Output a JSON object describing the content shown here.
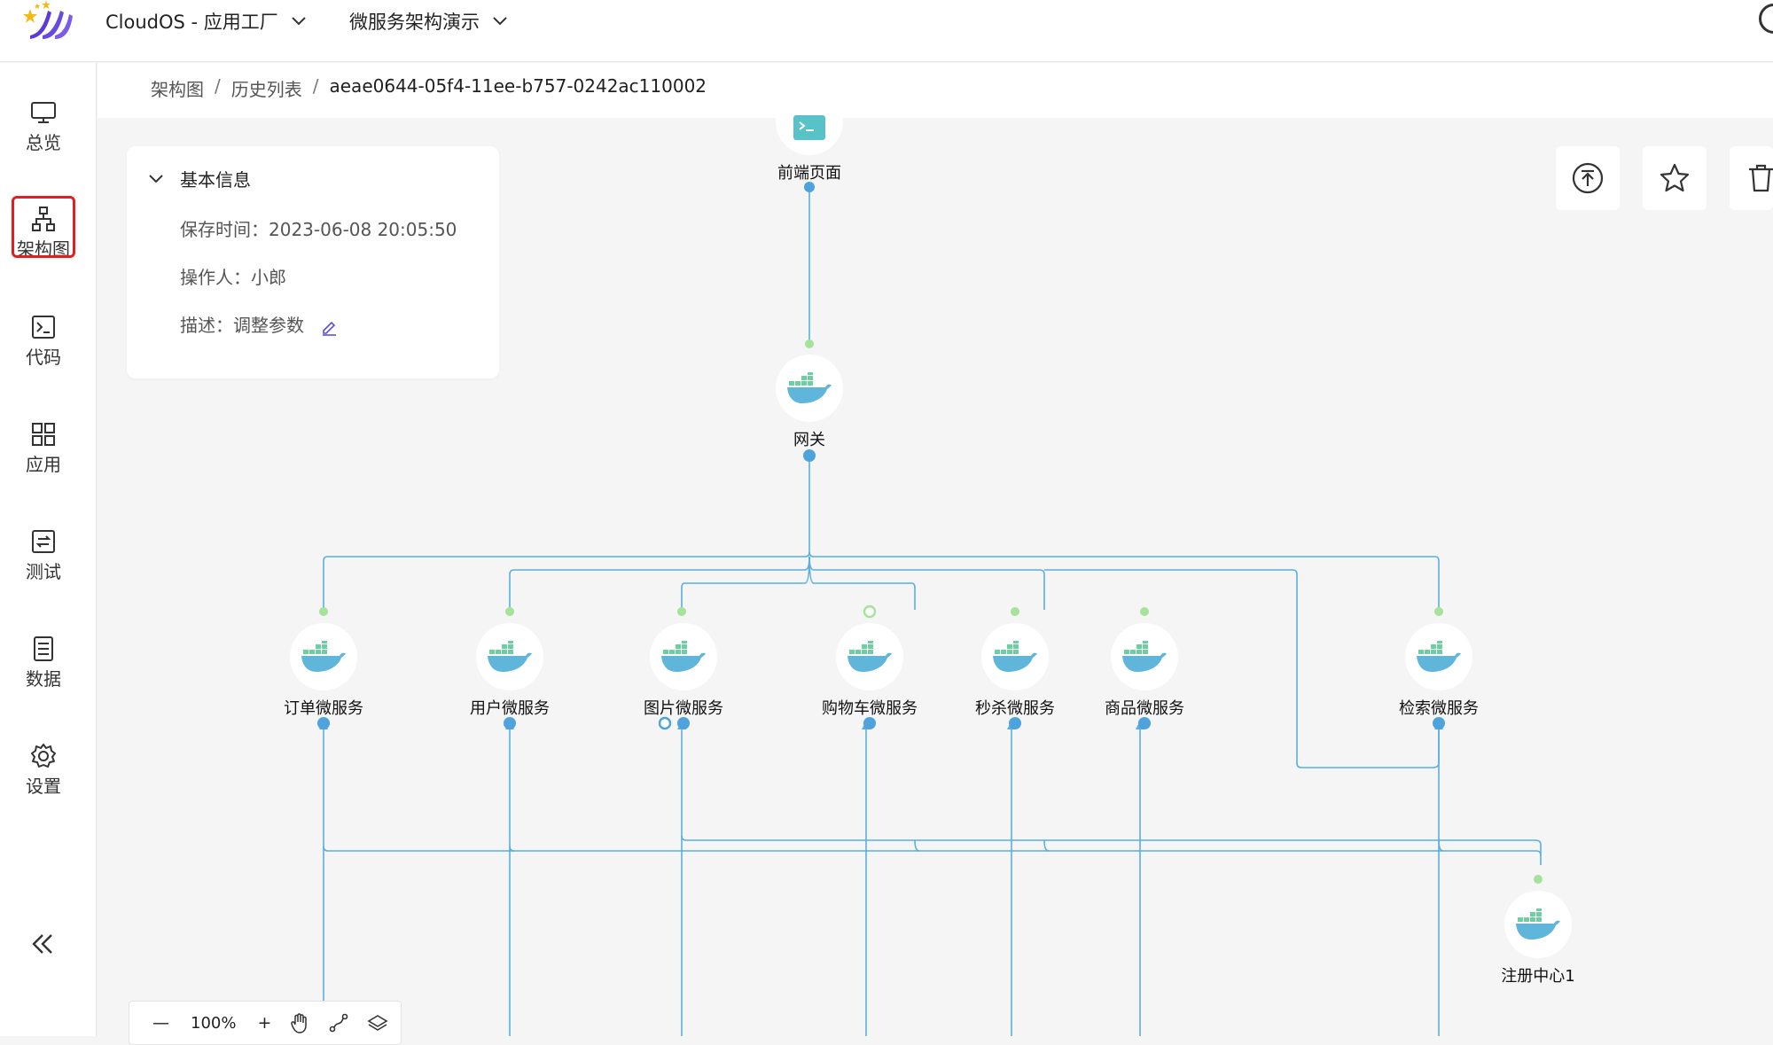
{
  "header": {
    "workspace": "CloudOS - 应用工厂",
    "project": "微服务架构演示"
  },
  "sidebar": {
    "items": [
      {
        "label": "总览",
        "icon": "monitor-icon"
      },
      {
        "label": "架构图",
        "icon": "org-chart-icon",
        "active": true
      },
      {
        "label": "代码",
        "icon": "terminal-icon"
      },
      {
        "label": "应用",
        "icon": "grid-icon"
      },
      {
        "label": "测试",
        "icon": "test-icon"
      },
      {
        "label": "数据",
        "icon": "data-icon"
      },
      {
        "label": "设置",
        "icon": "gear-icon"
      }
    ],
    "collapse_icon": "double-chevron-left-icon"
  },
  "breadcrumb": {
    "items": [
      "架构图",
      "历史列表",
      "aeae0644-05f4-11ee-b757-0242ac110002"
    ],
    "separator": "/"
  },
  "info_card": {
    "title": "基本信息",
    "save_time": "保存时间：2023-06-08 20:05:50",
    "operator": "操作人：小郎",
    "description": "描述：调整参数"
  },
  "diagram": {
    "nodes": [
      {
        "id": "frontend",
        "label": "前端页面",
        "icon": "terminal-icon"
      },
      {
        "id": "gateway",
        "label": "网关",
        "icon": "docker-whale-icon"
      },
      {
        "id": "order",
        "label": "订单微服务",
        "icon": "docker-whale-icon"
      },
      {
        "id": "user",
        "label": "用户微服务",
        "icon": "docker-whale-icon"
      },
      {
        "id": "image",
        "label": "图片微服务",
        "icon": "docker-whale-icon"
      },
      {
        "id": "cart",
        "label": "购物车微服务",
        "icon": "docker-whale-icon"
      },
      {
        "id": "seckill",
        "label": "秒杀微服务",
        "icon": "docker-whale-icon"
      },
      {
        "id": "product",
        "label": "商品微服务",
        "icon": "docker-whale-icon"
      },
      {
        "id": "search",
        "label": "检索微服务",
        "icon": "docker-whale-icon"
      },
      {
        "id": "registry",
        "label": "注册中心1",
        "icon": "docker-whale-icon"
      }
    ],
    "colors": {
      "edge": "#5aaee0",
      "port_in": "#a6e39a",
      "port_out": "#4fa3dc"
    }
  },
  "toolbar": {
    "buttons": [
      "upload-icon",
      "star-icon",
      "trash-icon"
    ]
  },
  "zoom": {
    "minus": "—",
    "value": "100%",
    "plus": "+"
  }
}
